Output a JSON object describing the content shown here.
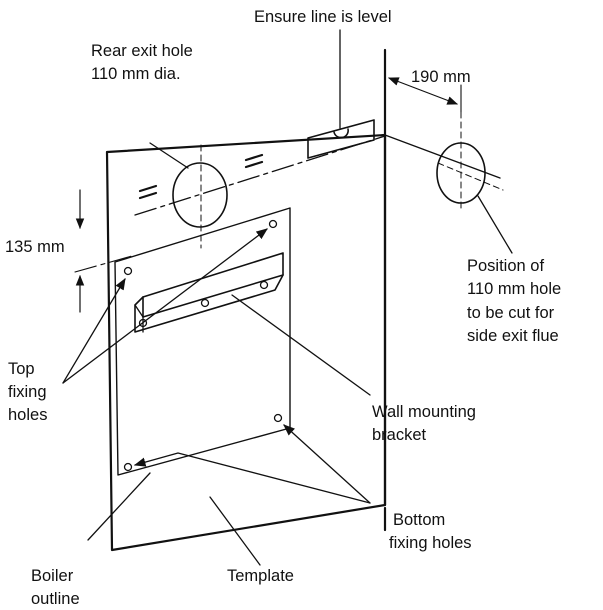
{
  "labels": {
    "ensure_level": "Ensure line is level",
    "rear_exit_line1": "Rear exit hole",
    "rear_exit_line2": "110 mm dia.",
    "dim_190": "190 mm",
    "dim_135": "135 mm",
    "side_hole_line1": "Position of",
    "side_hole_line2": "110 mm hole",
    "side_hole_line3": "to be cut for",
    "side_hole_line4": "side exit flue",
    "top_fixing_line1": "Top",
    "top_fixing_line2": "fixing",
    "top_fixing_line3": "holes",
    "wall_bracket_line1": "Wall mounting",
    "wall_bracket_line2": "bracket",
    "bottom_fixing_line1": "Bottom",
    "bottom_fixing_line2": "fixing holes",
    "boiler_outline_line1": "Boiler",
    "boiler_outline_line2": "outline",
    "template": "Template"
  },
  "colors": {
    "ink": "#111111",
    "background": "#ffffff"
  }
}
